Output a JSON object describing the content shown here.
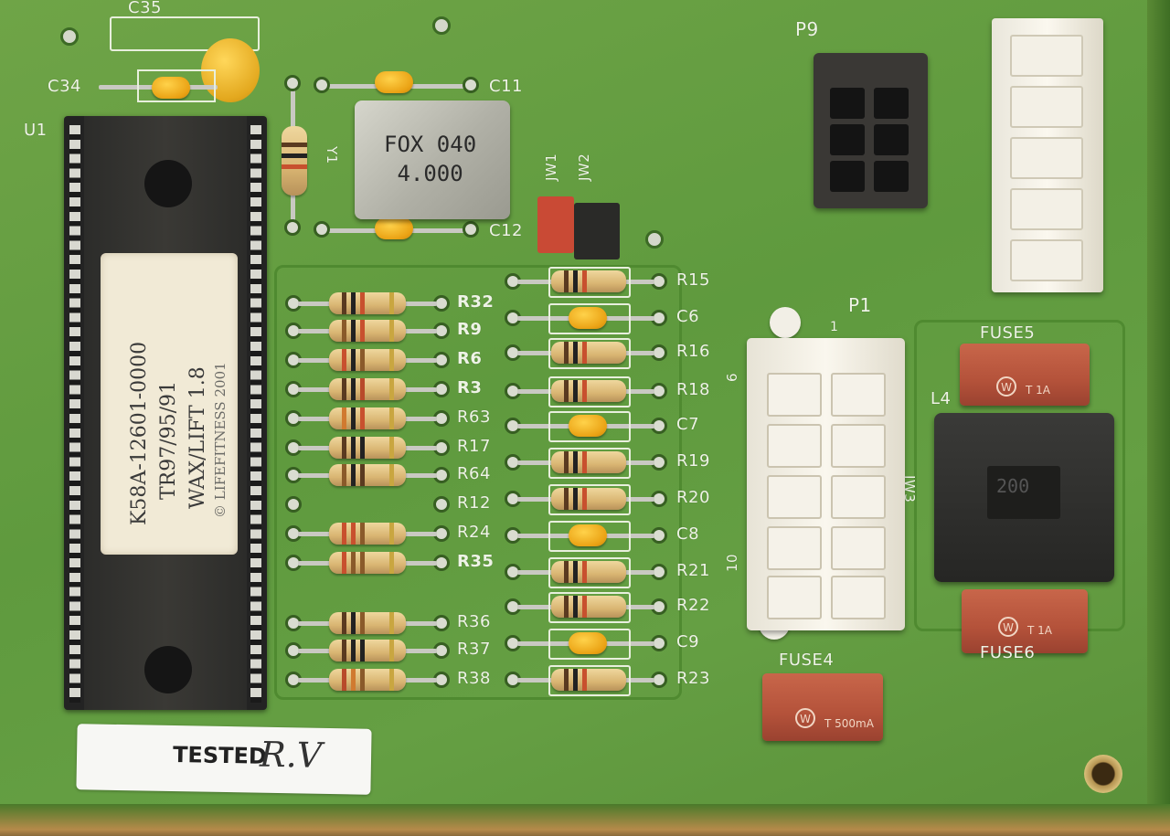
{
  "scene": {
    "description_hidden": "",
    "board_color": "#659f43",
    "silkscreen_color": "#eef3e6"
  },
  "labels": {
    "c35": "C35",
    "c34": "C34",
    "c11": "C11",
    "c12": "C12",
    "u1": "U1",
    "y1": "Y1",
    "p9": "P9",
    "p1": "P1",
    "jw1": "JW1",
    "jw2": "JW2",
    "jw3": "JW3",
    "fuse5": "FUSE5",
    "fuse4": "FUSE4",
    "fuse6": "FUSE6",
    "l4": "L4",
    "p1_pin6": "6",
    "p1_pin10": "10",
    "p1_pin1": "1"
  },
  "left_column": [
    "R32",
    "R9",
    "R6",
    "R3",
    "R63",
    "R17",
    "R64",
    "R12",
    "R24",
    "R35",
    "R36",
    "R37",
    "R38"
  ],
  "right_column": [
    "R15",
    "C6",
    "R16",
    "R18",
    "C7",
    "R19",
    "R20",
    "C8",
    "R21",
    "R22",
    "C9",
    "R23"
  ],
  "crystal": {
    "line1": "FOX 040",
    "line2": "4.000"
  },
  "ic_label": {
    "line1": "K58A-12601-0000",
    "line2": "TR97/95/91",
    "line3": "WAX/LIFT 1.8",
    "line4": "© LIFEFITNESS 2001"
  },
  "tested_label": {
    "text": "TESTED",
    "signature": "R.V"
  },
  "fuse_marks": {
    "rating_small": "T 1A",
    "rating_fuse4": "T 500mA"
  },
  "inductor_mark": "200"
}
